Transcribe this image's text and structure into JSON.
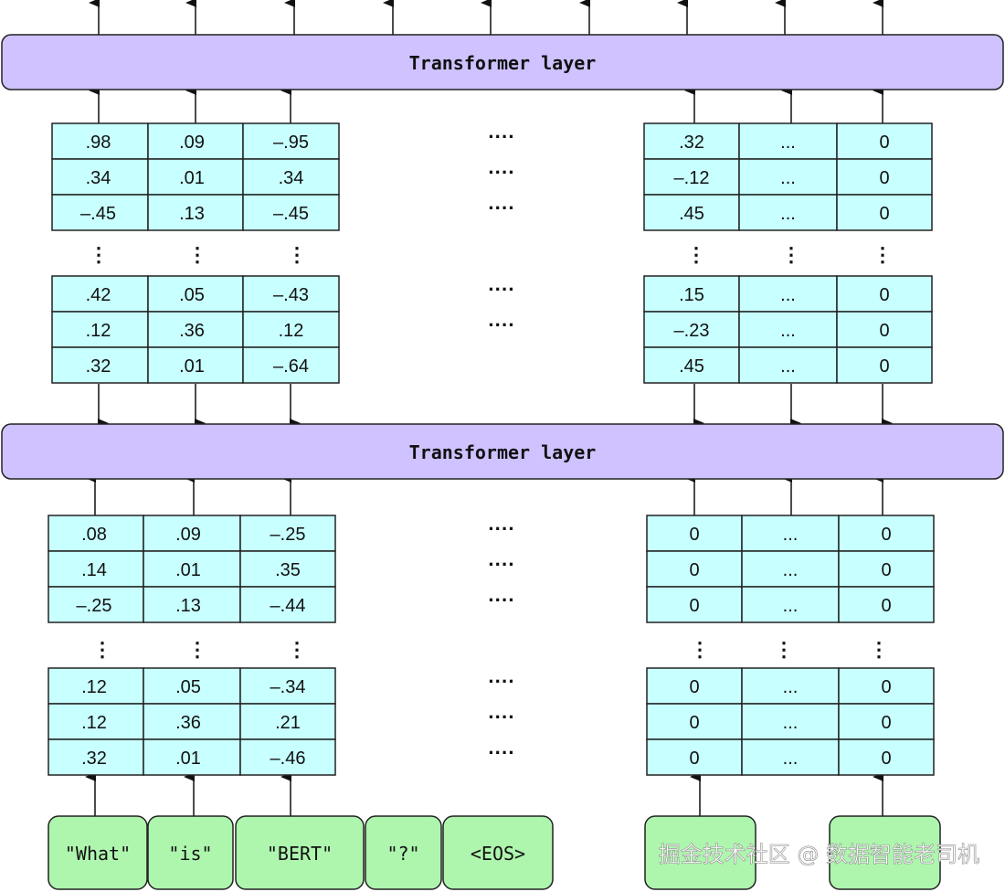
{
  "colors": {
    "layer_fill": "#cfc2ff",
    "cell_fill": "#c8ffff",
    "token_fill": "#aef5ae",
    "stroke": "#222222"
  },
  "layers": [
    {
      "label": "Transformer layer"
    },
    {
      "label": "Transformer layer"
    }
  ],
  "ellipsis": {
    "horizontal": "····",
    "vertical": "⋮"
  },
  "blocks": [
    {
      "rows": [
        [
          ".98",
          ".09",
          "–.95"
        ],
        [
          ".34",
          ".01",
          ".34"
        ],
        [
          "–.45",
          ".13",
          "–.45"
        ]
      ],
      "right": [
        [
          ".32",
          "...",
          "0"
        ],
        [
          "–.12",
          "...",
          "0"
        ],
        [
          ".45",
          "...",
          "0"
        ]
      ]
    },
    {
      "rows": [
        [
          ".42",
          ".05",
          "–.43"
        ],
        [
          ".12",
          ".36",
          ".12"
        ],
        [
          ".32",
          ".01",
          "–.64"
        ]
      ],
      "right": [
        [
          ".15",
          "...",
          "0"
        ],
        [
          "–.23",
          "...",
          "0"
        ],
        [
          ".45",
          "...",
          "0"
        ]
      ]
    },
    {
      "rows": [
        [
          ".08",
          ".09",
          "–.25"
        ],
        [
          ".14",
          ".01",
          ".35"
        ],
        [
          "–.25",
          ".13",
          "–.44"
        ]
      ],
      "right": [
        [
          "0",
          "...",
          "0"
        ],
        [
          "0",
          "...",
          "0"
        ],
        [
          "0",
          "...",
          "0"
        ]
      ]
    },
    {
      "rows": [
        [
          ".12",
          ".05",
          "–.34"
        ],
        [
          ".12",
          ".36",
          ".21"
        ],
        [
          ".32",
          ".01",
          "–.46"
        ]
      ],
      "right": [
        [
          "0",
          "...",
          "0"
        ],
        [
          "0",
          "...",
          "0"
        ],
        [
          "0",
          "...",
          "0"
        ]
      ]
    }
  ],
  "tokens": [
    "\"What\"",
    "\"is\"",
    "\"BERT\"",
    "\"?\"",
    "<EOS>",
    "",
    ""
  ],
  "watermark": "掘金技术社区 @ 数据智能老司机"
}
